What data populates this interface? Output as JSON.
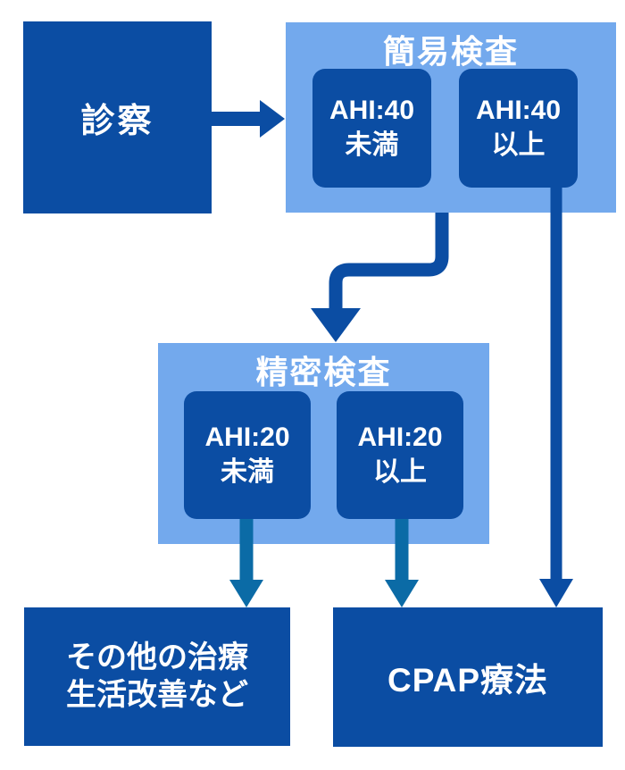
{
  "palette": {
    "dark_blue": "#0b4da3",
    "light_blue": "#73a9ed",
    "teal_blue": "#0b6ba6",
    "text_white": "#ffffff"
  },
  "nodes": {
    "consult": {
      "label": "診察"
    },
    "simple_test": {
      "title": "簡易検査",
      "options": [
        {
          "line1": "AHI:40",
          "line2": "未満"
        },
        {
          "line1": "AHI:40",
          "line2": "以上"
        }
      ]
    },
    "detailed_test": {
      "title": "精密検査",
      "options": [
        {
          "line1": "AHI:20",
          "line2": "未満"
        },
        {
          "line1": "AHI:20",
          "line2": "以上"
        }
      ]
    },
    "other_treatment": {
      "line1": "その他の治療",
      "line2": "生活改善など"
    },
    "cpap": {
      "label": "CPAP療法"
    }
  }
}
